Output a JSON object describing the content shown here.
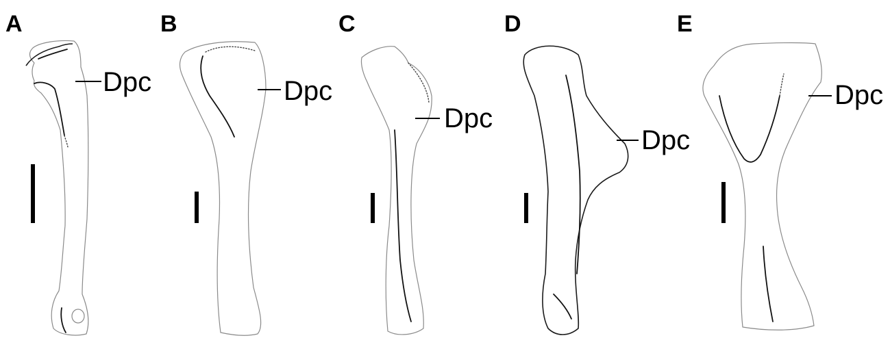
{
  "panels": [
    {
      "letter": "A",
      "label": "Dpc"
    },
    {
      "letter": "B",
      "label": "Dpc"
    },
    {
      "letter": "C",
      "label": "Dpc"
    },
    {
      "letter": "D",
      "label": "Dpc"
    },
    {
      "letter": "E",
      "label": "Dpc"
    }
  ]
}
